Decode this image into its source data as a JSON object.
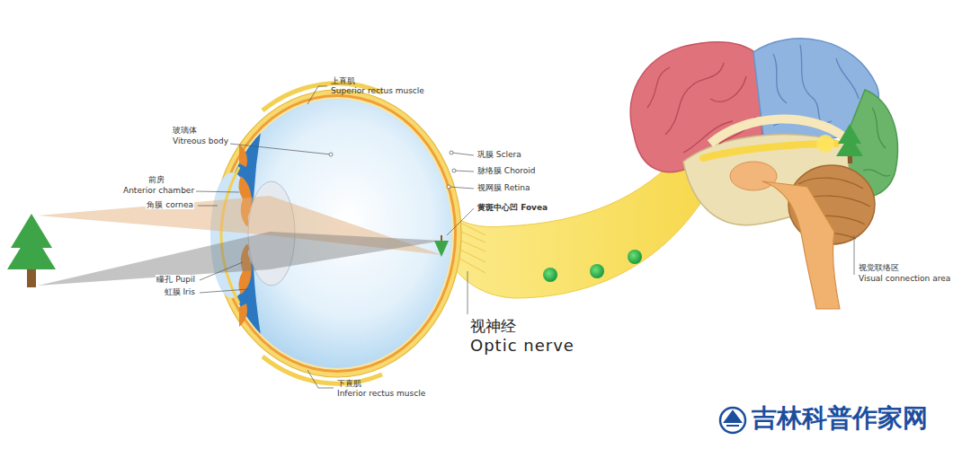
{
  "diagram": {
    "labels": [
      "上直肌",
      "Superior rectus muscle",
      "玻璃体",
      "Vitreous body",
      "前房",
      "Anterior chamber",
      "角膜 cornea",
      "瞳孔 Pupil",
      "虹膜 Iris",
      "巩膜 Sclera",
      "脉络膜 Choroid",
      "视网膜 Retina",
      "黄斑中心凹 Fovea",
      "视神经",
      "Optic nerve",
      "下直肌",
      "Inferior rectus muscle",
      "视觉联络区",
      "Visual connection area",
      "吉林科普作家网"
    ]
  }
}
